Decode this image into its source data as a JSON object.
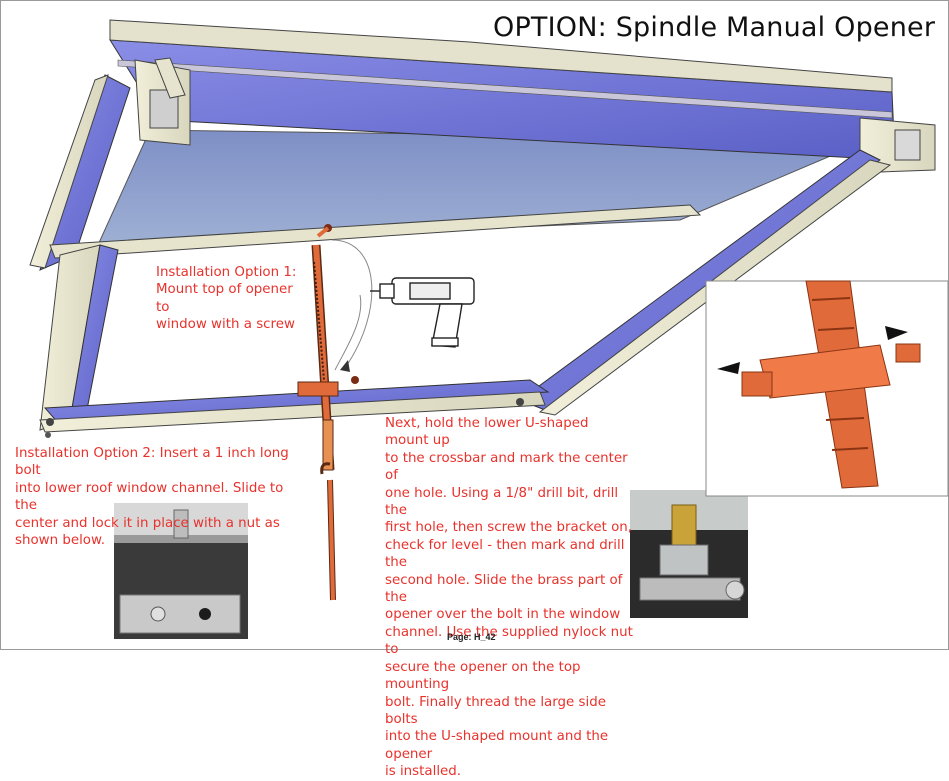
{
  "title": "OPTION: Spindle Manual Opener",
  "option1": {
    "lines": [
      "Installation Option 1:",
      "Mount top of opener to",
      "window with a screw"
    ]
  },
  "option2": {
    "lines": [
      "Installation Option 2: Insert a 1 inch long bolt",
      "into lower roof window channel. Slide to the",
      "center and lock it in place with a nut as",
      "shown below."
    ]
  },
  "next_steps": {
    "lines": [
      "Next, hold the lower U-shaped mount up",
      "to the crossbar and mark the center of",
      "one hole. Using a 1/8\" drill bit, drill the",
      "first hole, then screw the bracket on,",
      "check for level - then mark and drill the",
      "second hole. Slide the brass part of the",
      "opener over the bolt in the window",
      "channel. Use the supplied nylock nut to",
      "secure the opener on the top mounting",
      "bolt. Finally thread the large side bolts",
      "into the U-shaped mount and the opener",
      "is installed."
    ]
  },
  "page_label": "Page: H_42",
  "colors": {
    "annotation": "#e8322c",
    "frame_blue": "#6f74d6",
    "glass": "#8a9bc6",
    "opener": "#e06a3a"
  }
}
